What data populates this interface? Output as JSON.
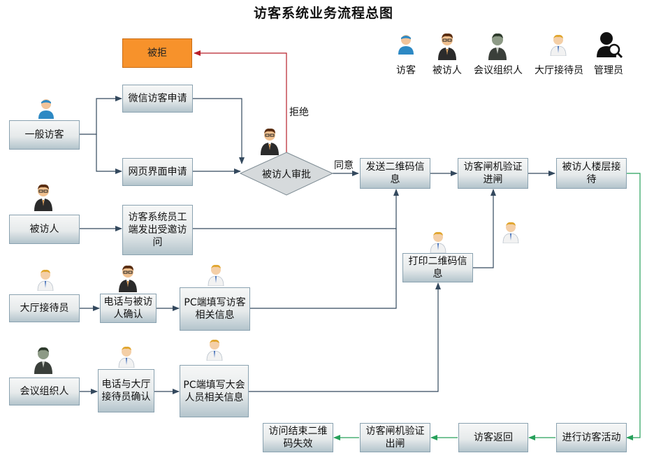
{
  "title": "访客系统业务流程总图",
  "legend": [
    {
      "label": "访客",
      "icon": "visitor-icon"
    },
    {
      "label": "被访人",
      "icon": "host-icon"
    },
    {
      "label": "会议组织人",
      "icon": "organizer-icon"
    },
    {
      "label": "大厅接待员",
      "icon": "receptionist-icon"
    },
    {
      "label": "管理员",
      "icon": "admin-icon"
    }
  ],
  "actors": {
    "visitor": "一般访客",
    "host": "被访人",
    "receptionist": "大厅接待员",
    "organizer": "会议组织人"
  },
  "steps": {
    "rejected": "被拒",
    "wechat_apply": "微信访客申请",
    "web_apply": "网页界面申请",
    "host_approve": "被访人审批",
    "send_qr": "发送二维码信息",
    "gate_in": "访客闸机验证进闸",
    "host_floor": "被访人楼层接待",
    "invite": "访客系统员工端发出受邀访问",
    "print_qr": "打印二维码信息",
    "phone_confirm_host": "电话与被访人确认",
    "pc_fill_visitor": "PC端填写访客相关信息",
    "phone_confirm_reception": "电话与大厅接待员确认",
    "pc_fill_meeting": "PC端填写大会人员相关信息",
    "visit_activity": "进行访客活动",
    "visitor_return": "访客返回",
    "gate_out": "访客闸机验证出闸",
    "qr_expire": "访问结束二维码失效"
  },
  "edge_labels": {
    "reject": "拒绝",
    "agree": "同意"
  },
  "colors": {
    "arrow": "#34495e",
    "reject_arrow": "#b8202a",
    "return_arrow": "#27a05a",
    "orange_box": "#f7922b"
  }
}
